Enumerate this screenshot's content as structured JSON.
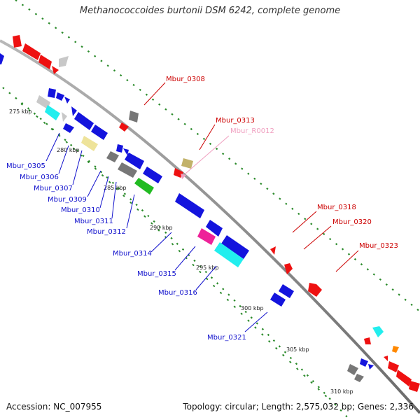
{
  "title": "Methanococcoides burtonii DSM 6242, complete genome",
  "footer": {
    "accession": "Accession: NC_007955",
    "summary": "Topology: circular; Length: 2,575,032 bp; Genes: 2,336"
  },
  "colors": {
    "backbone": "#8a8a8a",
    "forward_label": "#cc0000",
    "reverse_label": "#1010cc",
    "rna_label": "#f0a0c0",
    "tick_marks": "#2a8a2a",
    "cds_blue": "#1414dd",
    "cds_red": "#ee1111",
    "cds_cyan": "#22eeee",
    "cds_yellow": "#eee39a",
    "cds_green": "#22bb22",
    "cds_magenta": "#ee2299",
    "cds_gray": "#777777",
    "cds_lightgray": "#c8c8c8",
    "cds_olive": "#c2b26a",
    "cds_orange": "#ff8800",
    "cds_pink": "#f0a0c0"
  },
  "ruler": [
    "275 kbp",
    "280 kbp",
    "285 kbp",
    "290 kbp",
    "295 kbp",
    "300 kbp",
    "305 kbp",
    "310 kbp"
  ],
  "labels_forward": [
    "Mbur_0308",
    "Mbur_0313",
    "Mbur_0318",
    "Mbur_0320",
    "Mbur_0323"
  ],
  "labels_rna": [
    "Mbur_R0012"
  ],
  "labels_reverse": [
    "Mbur_0305",
    "Mbur_0306",
    "Mbur_0307",
    "Mbur_0309",
    "Mbur_0310",
    "Mbur_0311",
    "Mbur_0312",
    "Mbur_0314",
    "Mbur_0315",
    "Mbur_0316",
    "Mbur_0321"
  ]
}
